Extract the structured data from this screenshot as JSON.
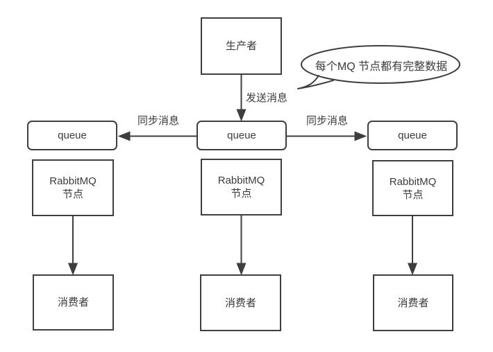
{
  "diagram": {
    "producer": {
      "label": "生产者"
    },
    "bubble": {
      "text": "每个MQ 节点都有完整数据"
    },
    "edges": {
      "send_label": "发送消息",
      "sync_left_label": "同步消息",
      "sync_right_label": "同步消息"
    },
    "queues": [
      {
        "label": "queue"
      },
      {
        "label": "queue"
      },
      {
        "label": "queue"
      }
    ],
    "nodes": [
      {
        "line1": "RabbitMQ",
        "line2": "节点"
      },
      {
        "line1": "RabbitMQ",
        "line2": "节点"
      },
      {
        "line1": "RabbitMQ",
        "line2": "节点"
      }
    ],
    "consumers": [
      {
        "label": "消费者"
      },
      {
        "label": "消费者"
      },
      {
        "label": "消费者"
      }
    ],
    "colors": {
      "stroke": "#3e3e3e",
      "text": "#3b3b3b",
      "background": "#ffffff"
    }
  }
}
